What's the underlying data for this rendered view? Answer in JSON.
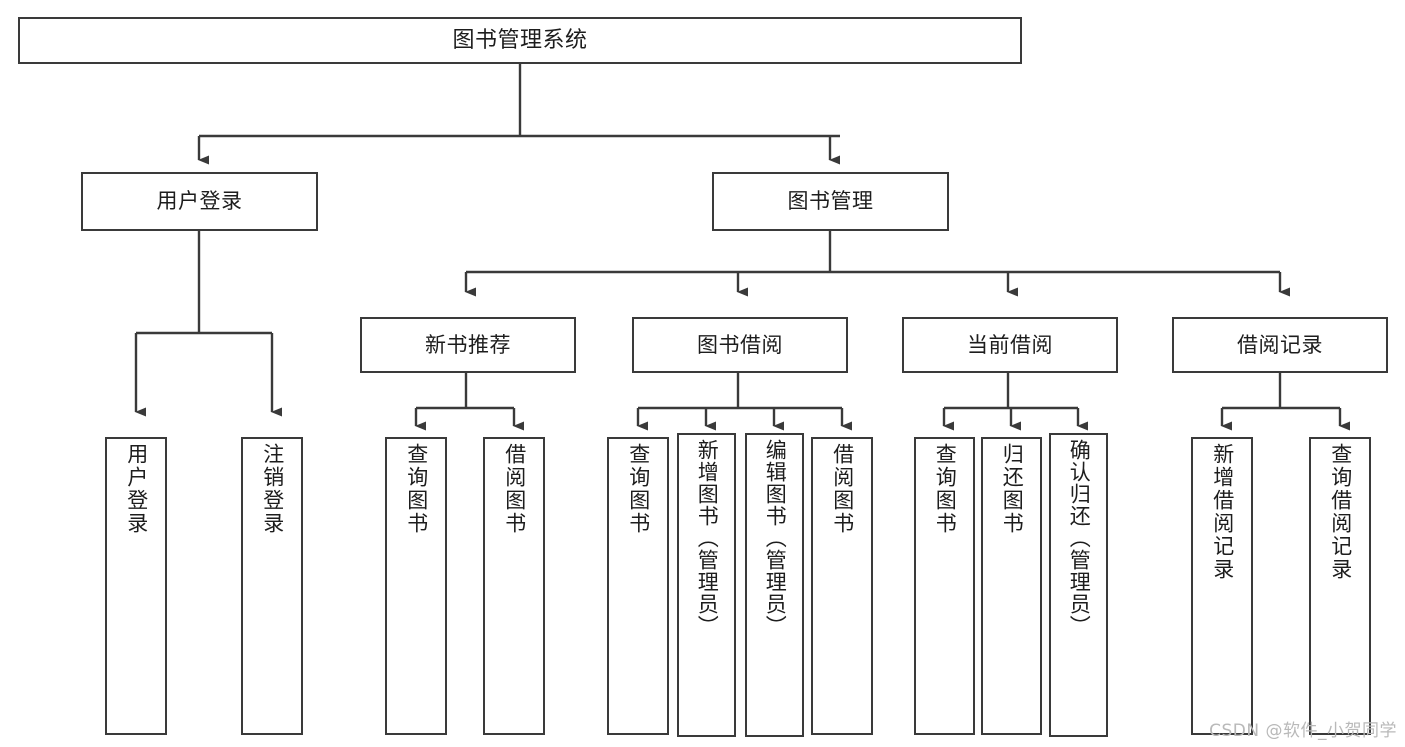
{
  "diagram": {
    "title": "图书管理系统",
    "type": "tree",
    "watermark": "CSDN @软件_小贺同学",
    "edge_color": "#3a3a3a",
    "box_border_color": "#3a3a3a",
    "background_color": "#ffffff",
    "text_color": "#1d1d1d",
    "watermark_color": "#b9b9b9"
  },
  "nodes": {
    "root": {
      "label": "图书管理系统"
    },
    "level2": [
      {
        "id": "user-login",
        "label": "用户登录"
      },
      {
        "id": "book-management",
        "label": "图书管理"
      }
    ],
    "level3": [
      {
        "id": "new-book-recommend",
        "label": "新书推荐"
      },
      {
        "id": "book-borrow",
        "label": "图书借阅"
      },
      {
        "id": "current-borrow",
        "label": "当前借阅"
      },
      {
        "id": "borrow-record",
        "label": "借阅记录"
      }
    ],
    "leaves": {
      "user_login": [
        {
          "id": "leaf-user-login",
          "label": "用户登录"
        },
        {
          "id": "leaf-logout",
          "label": "注销登录"
        }
      ],
      "new_book_recommend": [
        {
          "id": "leaf-query-book-1",
          "label": "查询图书"
        },
        {
          "id": "leaf-borrow-book-1",
          "label": "借阅图书"
        }
      ],
      "book_borrow": [
        {
          "id": "leaf-query-book-2",
          "label": "查询图书"
        },
        {
          "id": "leaf-add-book",
          "label": "新增图书（管理员）"
        },
        {
          "id": "leaf-edit-book",
          "label": "编辑图书（管理员）"
        },
        {
          "id": "leaf-borrow-book-2",
          "label": "借阅图书"
        }
      ],
      "current_borrow": [
        {
          "id": "leaf-query-book-3",
          "label": "查询图书"
        },
        {
          "id": "leaf-return-book",
          "label": "归还图书"
        },
        {
          "id": "leaf-confirm-return",
          "label": "确认归还（管理员）"
        }
      ],
      "borrow_record": [
        {
          "id": "leaf-add-record",
          "label": "新增借阅记录"
        },
        {
          "id": "leaf-query-record",
          "label": "查询借阅记录"
        }
      ]
    }
  }
}
